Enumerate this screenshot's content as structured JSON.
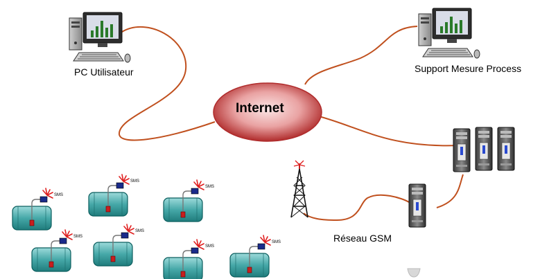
{
  "labels": {
    "pc_user": "PC Utilisateur",
    "support": "Support Mesure Process",
    "internet": "Internet",
    "gsm": "Réseau GSM"
  },
  "sms_text": "SMS",
  "tank_count": 7,
  "colors": {
    "cable": "#c0501e",
    "internet_center": "#f4d4d4",
    "internet_edge": "#b02c2c",
    "tank": "#46a8a8",
    "tank_dark": "#0b5e5e",
    "server": "#6e6e6e",
    "monitor_screen": "#5a5a6a",
    "sensor_box": "#1a2a8a",
    "valve": "#c81e1e",
    "spark": "#e02020"
  },
  "icons": [
    "pc-icon",
    "monitor-icon",
    "keyboard-icon",
    "server-icon",
    "gsm-antenna-icon",
    "tank-icon",
    "sms-spark-icon"
  ]
}
